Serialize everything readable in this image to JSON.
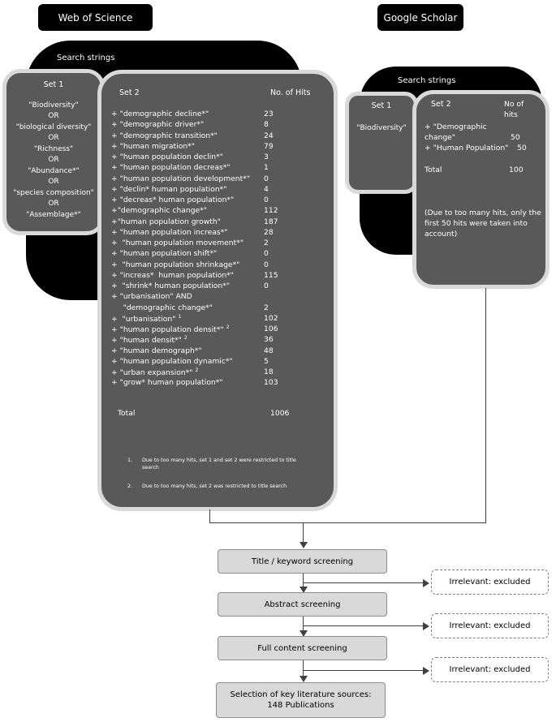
{
  "wos": {
    "header": "Web of Science",
    "search_strings_label": "Search strings",
    "set1": {
      "title": "Set 1",
      "items": [
        "\"Biodiversity\"",
        "OR",
        "\"biological diversity\"",
        "OR",
        "\"Richness\"",
        "OR",
        "\"Abundance*\"",
        "OR",
        "\"species composition\"",
        "OR",
        "\"Assemblage*\""
      ]
    },
    "set2": {
      "title": "Set 2",
      "hits_header": "No. of Hits",
      "rows": [
        {
          "term": "+ \"demographic decline*\"",
          "hits": "23"
        },
        {
          "term": "+ \"demographic driver*\"",
          "hits": "8"
        },
        {
          "term": "+ \"demographic transition*\"",
          "hits": "24"
        },
        {
          "term": "+ \"human migration*\"",
          "hits": "79"
        },
        {
          "term": "+ \"human population declin*\"",
          "hits": "3"
        },
        {
          "term": "+ \"human population decreas*\"",
          "hits": "1"
        },
        {
          "term": "+ \"human population development*\"",
          "hits": "0"
        },
        {
          "term": "+ \"declin* human population*\"",
          "hits": "4"
        },
        {
          "term": "+ \"decreas* human population*\"",
          "hits": "0"
        },
        {
          "term": "+\"demographic change*\"",
          "hits": "112"
        },
        {
          "term": "+\"human population growth\"",
          "hits": "187"
        },
        {
          "term": "+ \"human population increas*\"",
          "hits": "28"
        },
        {
          "term": "+  \"human population movement*\"",
          "hits": "2"
        },
        {
          "term": "+ \"human population shift*\"",
          "hits": "0"
        },
        {
          "term": "+  \"human population shrinkage*\"",
          "hits": "0"
        },
        {
          "term": "+ \"increas*  human population*\"",
          "hits": "115"
        },
        {
          "term": "+  \"shrink* human population*\"",
          "hits": "0"
        },
        {
          "term": "+ \"urbanisation\" AND",
          "hits": ""
        },
        {
          "term": "     \"demographic change*\"",
          "hits": "2"
        },
        {
          "term": "+  \"urbanisation\"",
          "sup": "1",
          "hits": "102"
        },
        {
          "term": "+ \"human population densit*\"",
          "sup": "2",
          "hits": "106"
        },
        {
          "term": "+ \"human densit*\"",
          "sup": "2",
          "hits": "36"
        },
        {
          "term": "+ \"human demograph*\"",
          "hits": "48"
        },
        {
          "term": "+ \"human population dynamic*\"",
          "hits": "5"
        },
        {
          "term": "+ \"urban expansion*\"",
          "sup": "2",
          "hits": "18"
        },
        {
          "term": "+ \"grow* human population*\"",
          "hits": "103"
        }
      ],
      "total_label": "Total",
      "total_value": "1006",
      "notes": [
        {
          "num": "1.",
          "text": "Due to too many hits, set 1 and set 2 were restricted to title search"
        },
        {
          "num": "2.",
          "text": "Due to too many hits, set 2 was restricted to title search"
        }
      ]
    }
  },
  "gs": {
    "header": "Google Scholar",
    "search_strings_label": "Search strings",
    "set1": {
      "title": "Set 1",
      "item": "\"Biodiversity\""
    },
    "set2": {
      "title": "Set 2",
      "hits_header_1": "No of",
      "hits_header_2": "hits",
      "row1_line1": "+ \"Demographic",
      "row1_line2": "change\"",
      "row1_hits": "50",
      "row2_term": "+ \"Human Population\"",
      "row2_hits": "50",
      "total_label": "Total",
      "total_value": "100",
      "note": "(Due to too many hits, only the first 50 hits were taken into account)"
    }
  },
  "flow": {
    "steps": [
      "Title / keyword screening",
      "Abstract screening",
      "Full content screening"
    ],
    "final_line1": "Selection of key literature sources:",
    "final_line2": "148 Publications",
    "excluded": [
      "Irrelevant: excluded",
      "Irrelevant: excluded",
      "Irrelevant: excluded"
    ]
  }
}
